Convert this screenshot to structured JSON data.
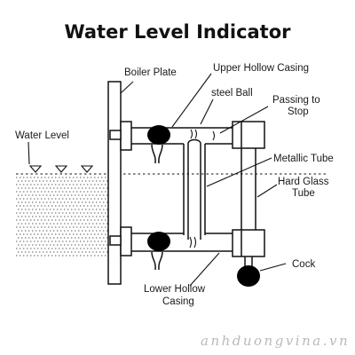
{
  "title": "Water Level Indicator",
  "labels": {
    "boiler_plate": "Boiler Plate",
    "upper_hollow_casing": "Upper Hollow Casing",
    "steel_ball": "steel Ball",
    "passing_to_stop_line1": "Passing to",
    "passing_to_stop_line2": "Stop",
    "water_level": "Water Level",
    "metallic_tube": "Metallic Tube",
    "hard_glass_tube_line1": "Hard Glass",
    "hard_glass_tube_line2": "Tube",
    "cock": "Cock",
    "lower_hollow_casing_line1": "Lower Hollow",
    "lower_hollow_casing_line2": "Casing"
  },
  "watermark": "anhduongvina.vn"
}
